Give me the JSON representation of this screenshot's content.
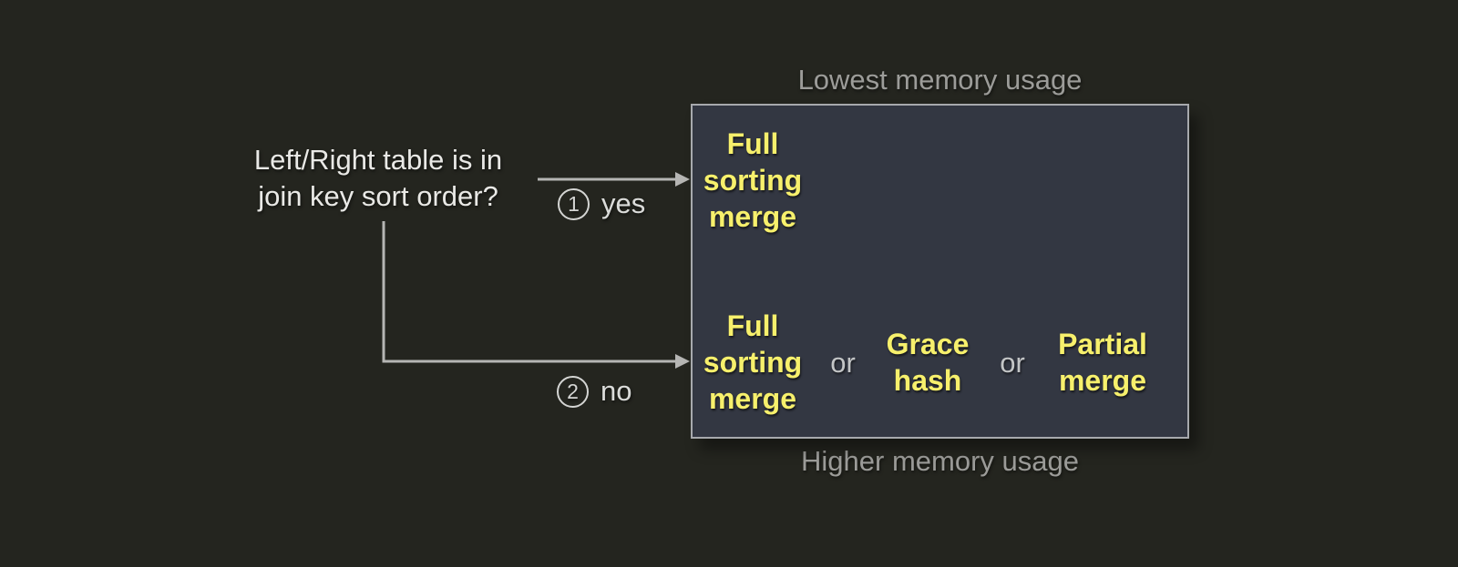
{
  "diagram": {
    "question": {
      "lines": [
        "Left/Right table is in",
        "join key sort order?"
      ]
    },
    "branches": {
      "yes": {
        "number": "1",
        "label": "yes"
      },
      "no": {
        "number": "2",
        "label": "no"
      }
    },
    "memory_scale": {
      "top_caption": "Lowest memory usage",
      "bottom_caption": "Higher memory usage"
    },
    "sorted_row": {
      "algorithms": [
        "Full\nsorting\nmerge"
      ]
    },
    "unsorted_row": {
      "algorithms": [
        "Full\nsorting\nmerge",
        "Grace\nhash",
        "Partial\nmerge"
      ],
      "separator": "or"
    },
    "colors": {
      "background": "#24251f",
      "box_fill": "#333742",
      "box_border": "#a7a9ad",
      "algorithm_text": "#f7f06c",
      "caption_text": "#9c9c99",
      "question_text": "#e9e9e6",
      "connector": "#b5b5b3"
    }
  }
}
